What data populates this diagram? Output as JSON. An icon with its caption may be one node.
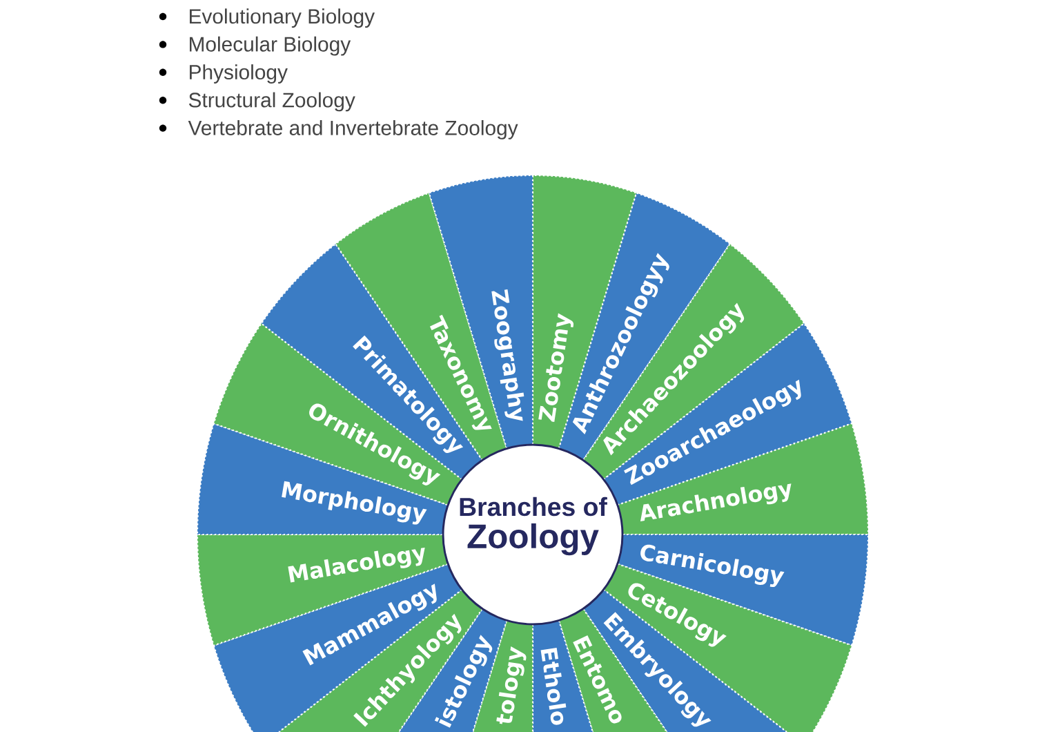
{
  "diagram": {
    "nodes": [
      {
        "text": [
          "Branches of",
          "Zoology"
        ]
      },
      {
        "text": [
          "Zootomy"
        ]
      },
      {
        "text": [
          "Anthrozoologyy"
        ]
      },
      {
        "text": [
          "Archaeozoology"
        ]
      },
      {
        "text": [
          "Zooarchaeology"
        ]
      },
      {
        "text": [
          "Arachnology"
        ]
      },
      {
        "text": [
          "Carnicology"
        ]
      },
      {
        "text": [
          "Cetology"
        ]
      },
      {
        "text": [
          "Embryology"
        ]
      },
      {
        "text": [
          "Entomo"
        ]
      },
      {
        "text": [
          "Etholo"
        ]
      },
      {
        "text": [
          "tology"
        ]
      },
      {
        "text": [
          "istology"
        ]
      },
      {
        "text": [
          "Ichthyology"
        ]
      },
      {
        "text": [
          "Mammalogy"
        ]
      },
      {
        "text": [
          "Malacology"
        ]
      },
      {
        "text": [
          "Morphology"
        ]
      },
      {
        "text": [
          "Ornithology"
        ]
      },
      {
        "text": [
          "Primatology"
        ]
      },
      {
        "text": [
          "Taxonomy"
        ]
      },
      {
        "text": [
          "Zoography"
        ]
      }
    ],
    "labels": [
      "Evolutionary Biology",
      "Molecular Biology",
      "Physiology",
      "Structural Zoology",
      "Vertebrate and Invertebrate Zoology"
    ]
  }
}
